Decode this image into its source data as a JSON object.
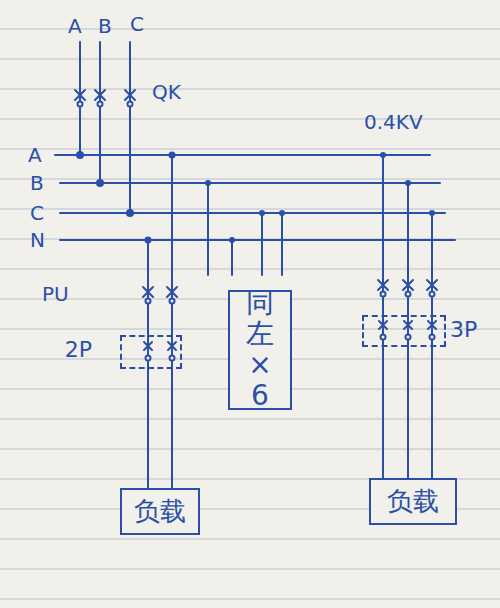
{
  "diagram": {
    "nodes": [
      {
        "text": [
          "2P"
        ]
      },
      {
        "text": [
          "同左×6"
        ]
      },
      {
        "text": [
          "3P"
        ]
      },
      {
        "text": [
          "负载"
        ]
      },
      {
        "text": [
          "负载"
        ]
      }
    ],
    "edges": [
      {
        "from": 0,
        "to": 3,
        "arrow": "none"
      },
      {
        "from": 0,
        "to": 3,
        "arrow": "none"
      },
      {
        "from": 2,
        "to": 4,
        "arrow": "none"
      },
      {
        "from": 2,
        "to": 4,
        "arrow": "none"
      },
      {
        "from": 2,
        "to": 4,
        "arrow": "none"
      }
    ],
    "labels": [
      "A",
      "B",
      "C",
      "QK",
      "A",
      "B",
      "C",
      "N",
      "0.4KV",
      "PU"
    ]
  }
}
